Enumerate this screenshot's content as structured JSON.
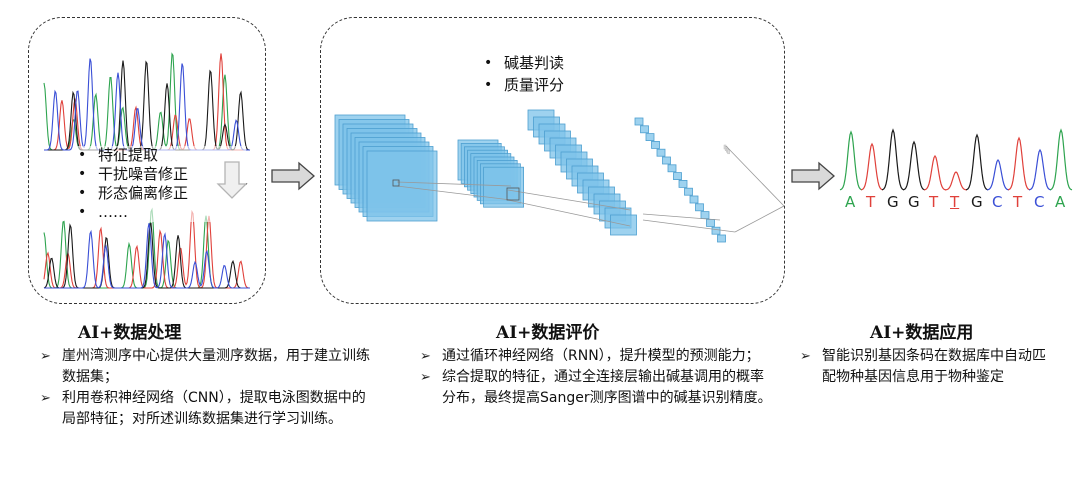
{
  "left_panel": {
    "bullets": [
      "特征提取",
      "干扰噪音修正",
      "形态偏离修正",
      "……"
    ],
    "title": "AI+数据处理",
    "descriptions": [
      "崖州湾测序中心提供大量测序数据，用于建立训练数据集；",
      "利用卷积神经网络（CNN），提取电泳图数据中的局部特征；对所述训练数据集进行学习训练。"
    ]
  },
  "middle_panel": {
    "bullets": [
      "碱基判读",
      "质量评分"
    ],
    "title": "AI+数据评价",
    "descriptions": [
      "通过循环神经网络（RNN），提升模型的预测能力；",
      "综合提取的特征，通过全连接层输出碱基调用的概率分布，最终提高Sanger测序图谱中的碱基识别精度。"
    ]
  },
  "right_panel": {
    "bases": [
      "A",
      "T",
      "G",
      "G",
      "T",
      "T",
      "G",
      "C",
      "T",
      "C",
      "A"
    ],
    "title": "AI+数据应用",
    "descriptions": [
      "智能识别基因条码在数据库中自动匹配物种基因信息用于物种鉴定"
    ]
  },
  "colors": {
    "A": "#2ea44f",
    "T": "#e0413b",
    "G": "#1a1a1a",
    "C": "#3a4fd6",
    "cnn_fill": "#7ec3ea",
    "cnn_stroke": "#4d9fd0",
    "arrow_fill": "#d9d9d9"
  }
}
